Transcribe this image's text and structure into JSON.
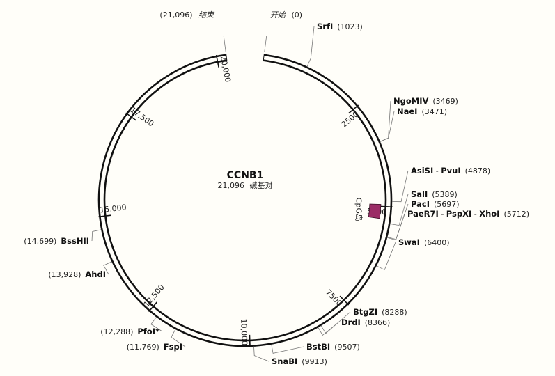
{
  "plasmid": {
    "name": "CCNB1",
    "length": 21096,
    "length_text": "21,096",
    "length_unit": "碱基对"
  },
  "ends": {
    "start": {
      "label": "开始",
      "pos_text": "(0)"
    },
    "end": {
      "label": "结束",
      "pos_text": "(21,096)"
    }
  },
  "ticks": [
    {
      "pos": 2500,
      "label": "2500"
    },
    {
      "pos": 5000,
      "label": "5000"
    },
    {
      "pos": 7500,
      "label": "7500"
    },
    {
      "pos": 10000,
      "label": "10,000"
    },
    {
      "pos": 12500,
      "label": "12,500"
    },
    {
      "pos": 15000,
      "label": "15,000"
    },
    {
      "pos": 17500,
      "label": "17,500"
    },
    {
      "pos": 20000,
      "label": "20,000"
    }
  ],
  "feature": {
    "label": "CpG岛",
    "start": 4950,
    "end": 5300,
    "color": "#9b2c66"
  },
  "sites": [
    {
      "id": "srfi",
      "label_parts": [
        "SrfI"
      ],
      "pos_text": "(1023)",
      "positions": [
        1023
      ],
      "side": "right"
    },
    {
      "id": "ngomiv",
      "label_parts": [
        "NgoMIV"
      ],
      "pos_text": "(3469)",
      "positions": [
        3469
      ],
      "side": "right"
    },
    {
      "id": "naei",
      "label_parts": [
        "NaeI"
      ],
      "pos_text": "(3471)",
      "positions": [
        3471
      ],
      "side": "right"
    },
    {
      "id": "asisi-pvui",
      "label_parts": [
        "AsiSI",
        "PvuI"
      ],
      "separator": " - ",
      "pos_text": "(4878)",
      "positions": [
        4878
      ],
      "side": "right"
    },
    {
      "id": "sali",
      "label_parts": [
        "SalI"
      ],
      "pos_text": "(5389)",
      "positions": [
        5389
      ],
      "side": "right"
    },
    {
      "id": "paci",
      "label_parts": [
        "PacI"
      ],
      "pos_text": "(5697)",
      "positions": [
        5697
      ],
      "side": "right"
    },
    {
      "id": "paer7i-pspxi-xhoi",
      "label_parts": [
        "PaeR7I",
        "PspXI",
        "XhoI"
      ],
      "separator": " - ",
      "pos_text": "(5712)",
      "positions": [
        5712
      ],
      "side": "right"
    },
    {
      "id": "swai",
      "label_parts": [
        "SwaI"
      ],
      "pos_text": "(6400)",
      "positions": [
        6400
      ],
      "side": "right"
    },
    {
      "id": "btgzi",
      "label_parts": [
        "BtgZI"
      ],
      "pos_text": "(8288)",
      "positions": [
        8288
      ],
      "side": "right"
    },
    {
      "id": "drdi",
      "label_parts": [
        "DrdI"
      ],
      "pos_text": "(8366)",
      "positions": [
        8366
      ],
      "side": "right"
    },
    {
      "id": "bstbi",
      "label_parts": [
        "BstBI"
      ],
      "pos_text": "(9507)",
      "positions": [
        9507
      ],
      "side": "right"
    },
    {
      "id": "snabi",
      "label_parts": [
        "SnaBI"
      ],
      "pos_text": "(9913)",
      "positions": [
        9913
      ],
      "side": "right"
    },
    {
      "id": "fspi",
      "label_parts": [
        "FspI"
      ],
      "pos_text": "(11,769)",
      "positions": [
        11769
      ],
      "side": "left"
    },
    {
      "id": "pfoi",
      "label_parts": [
        "PfoI*"
      ],
      "pos_text": "(12,288)",
      "positions": [
        12288
      ],
      "side": "left"
    },
    {
      "id": "ahdi",
      "label_parts": [
        "AhdI"
      ],
      "pos_text": "(13,928)",
      "positions": [
        13928
      ],
      "side": "left"
    },
    {
      "id": "bsshii",
      "label_parts": [
        "BssHII"
      ],
      "pos_text": "(14,699)",
      "positions": [
        14699
      ],
      "side": "left"
    }
  ]
}
